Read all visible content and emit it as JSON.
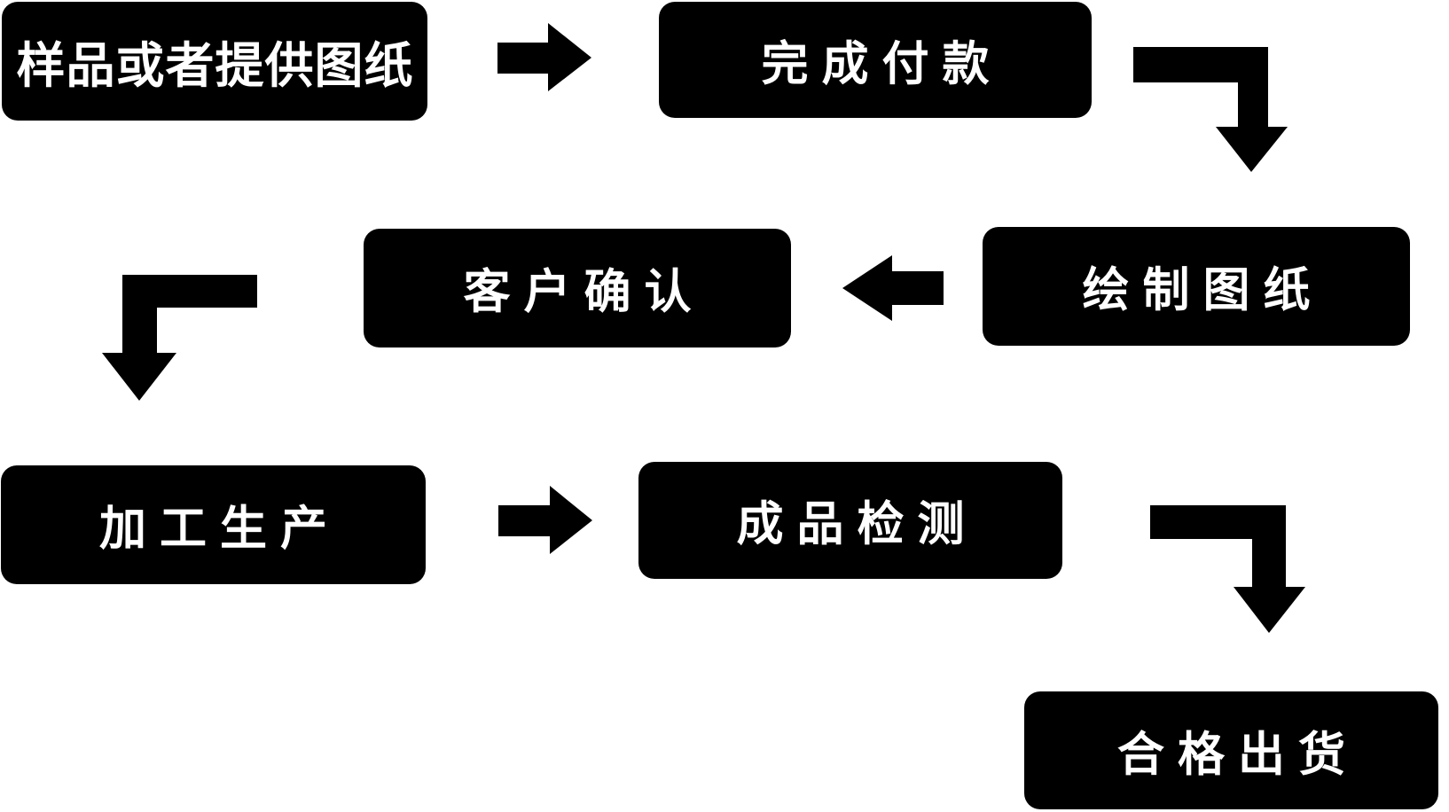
{
  "colors": {
    "page_bg": "#ffffff",
    "node_bg": "#000000",
    "node_text": "#ffffff",
    "arrow": "#000000"
  },
  "flowchart": {
    "nodes": [
      {
        "id": "step-1",
        "label": "样品或者提供图纸"
      },
      {
        "id": "step-2",
        "label": "完成付款"
      },
      {
        "id": "step-3",
        "label": "绘制图纸"
      },
      {
        "id": "step-4",
        "label": "客户确认"
      },
      {
        "id": "step-5",
        "label": "加工生产"
      },
      {
        "id": "step-6",
        "label": "成品检测"
      },
      {
        "id": "step-7",
        "label": "合格出货"
      }
    ],
    "connections": [
      {
        "from": "样品或者提供图纸",
        "to": "完成付款",
        "shape": "right-arrow"
      },
      {
        "from": "完成付款",
        "to": "绘制图纸",
        "shape": "elbow-right-down-arrow"
      },
      {
        "from": "绘制图纸",
        "to": "客户确认",
        "shape": "left-arrow"
      },
      {
        "from": "客户确认",
        "to": "加工生产",
        "shape": "elbow-left-down-arrow"
      },
      {
        "from": "加工生产",
        "to": "成品检测",
        "shape": "right-arrow"
      },
      {
        "from": "成品检测",
        "to": "合格出货",
        "shape": "elbow-right-down-arrow"
      }
    ]
  }
}
